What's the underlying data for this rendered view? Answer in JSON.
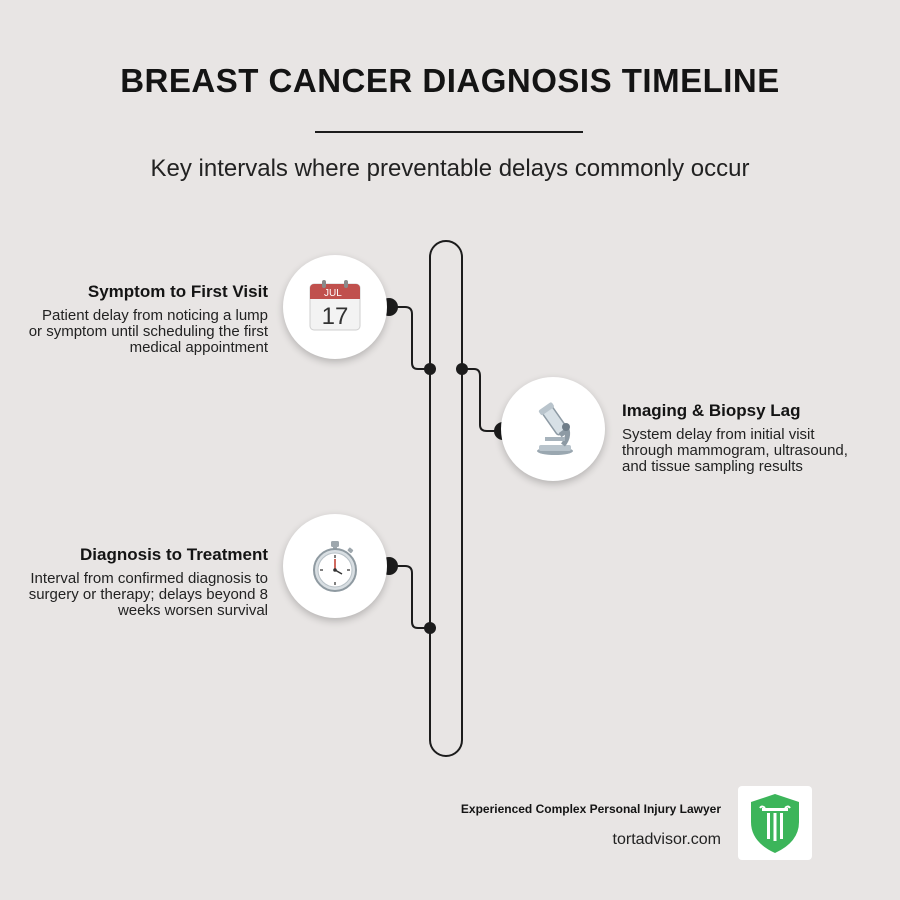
{
  "header": {
    "title": "BREAST CANCER DIAGNOSIS TIMELINE",
    "subtitle": "Key intervals where preventable delays commonly occur"
  },
  "steps": [
    {
      "title": "Symptom to First Visit",
      "description": "Patient delay from noticing a lump or symptom until scheduling the first medical appointment",
      "icon": "calendar-icon",
      "icon_text": {
        "month": "JUL",
        "day": "17"
      }
    },
    {
      "title": "Imaging & Biopsy Lag",
      "description": "System delay from initial visit through mammogram, ultrasound, and tissue sampling results",
      "icon": "microscope-icon"
    },
    {
      "title": "Diagnosis to Treatment",
      "description": "Interval from confirmed diagnosis to surgery or therapy; delays beyond 8 weeks worsen survival",
      "icon": "stopwatch-icon"
    }
  ],
  "footer": {
    "tagline": "Experienced Complex Personal Injury Lawyer",
    "url": "tortadvisor.com",
    "logo": "pillar-shield-logo"
  },
  "colors": {
    "background": "#e8e5e4",
    "line": "#1c1c1c",
    "calendar_red": "#c0504d",
    "logo_green": "#3cb55a"
  }
}
